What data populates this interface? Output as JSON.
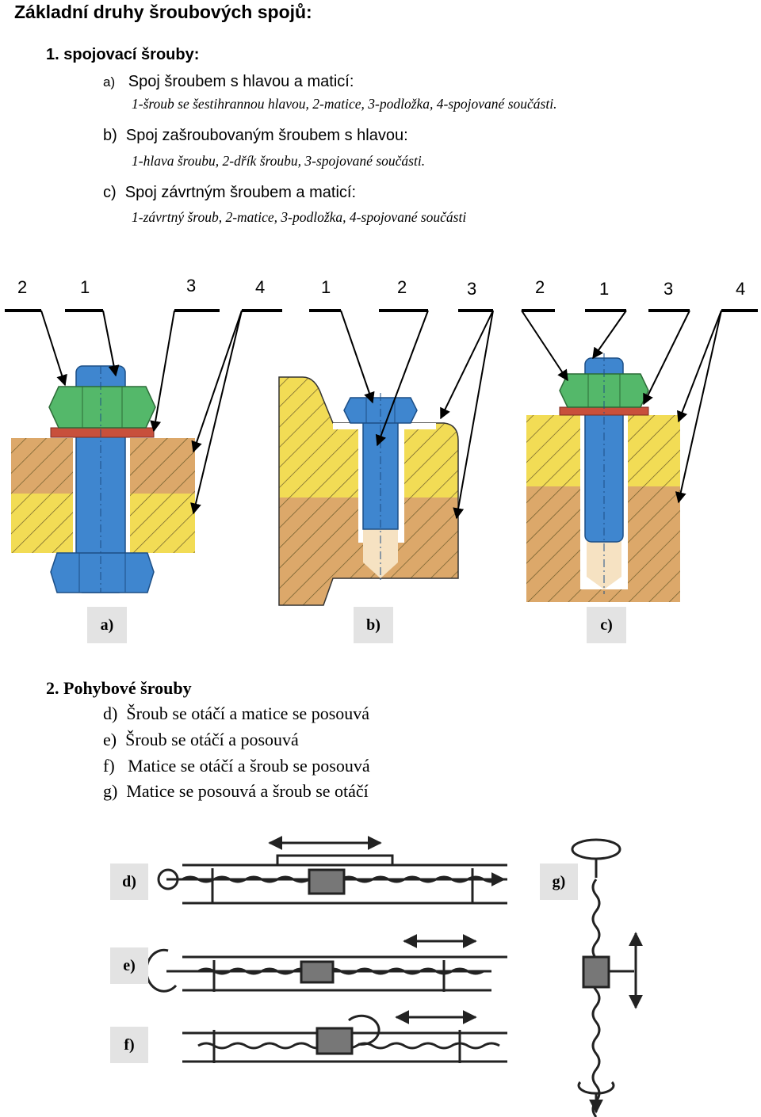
{
  "title": "Základní druhy šroubových spojů:",
  "section1": {
    "heading": "1.  spojovací šrouby:",
    "items": [
      {
        "letter": "a)",
        "text": "Spoj šroubem s hlavou a maticí:",
        "desc": "1-šroub se šestihrannou hlavou, 2-matice, 3-podložka, 4-spojované součásti."
      },
      {
        "letter": "b)",
        "text": "Spoj zašroubovaným šroubem s hlavou:",
        "desc": "1-hlava šroubu, 2-dřík šroubu, 3-spojované součásti."
      },
      {
        "letter": "c)",
        "text": "Spoj závrtným šroubem a maticí:",
        "desc": "1-závrtný šroub, 2-matice, 3-podložka, 4-spojované součásti"
      }
    ]
  },
  "figure1": {
    "numbers": [
      "2",
      "1",
      "3",
      "4",
      "1",
      "2",
      "3",
      "2",
      "1",
      "3",
      "4"
    ],
    "labels": [
      "a)",
      "b)",
      "c)"
    ],
    "colors": {
      "nut": "#54b86a",
      "bolt": "#3f86cf",
      "washer": "#c8503c",
      "part_yellow": "#f2dc55",
      "part_brown": "#dca86a",
      "tip": "#f6e2c2",
      "label_bg": "#e3e3e3"
    }
  },
  "section2": {
    "heading": "2.  Pohybové šrouby",
    "items": [
      {
        "letter": "d)",
        "text": "Šroub se otáčí a matice se posouvá"
      },
      {
        "letter": "e)",
        "text": "Šroub se otáčí a posouvá"
      },
      {
        "letter": "f)",
        "text": "Matice se otáčí a šroub se posouvá"
      },
      {
        "letter": "g)",
        "text": "Matice se posouvá a šroub se otáčí"
      }
    ]
  },
  "figure2": {
    "labels": [
      "d)",
      "e)",
      "f)",
      "g)"
    ]
  }
}
